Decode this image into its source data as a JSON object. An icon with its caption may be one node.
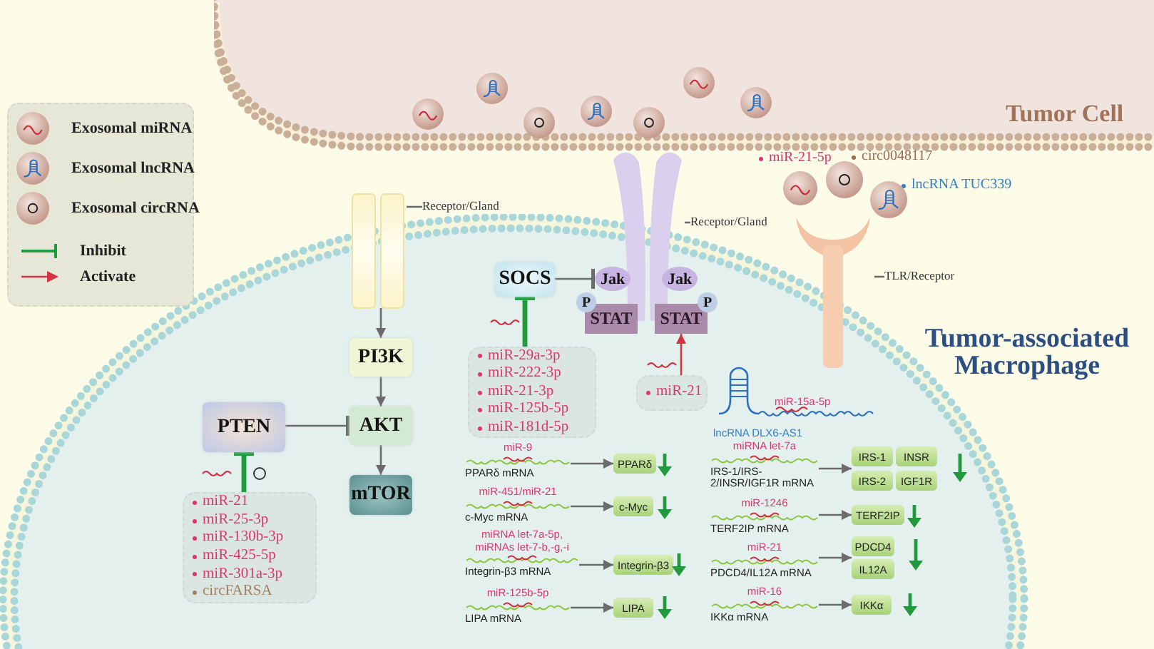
{
  "diagram": {
    "nodes": [
      {
        "text": [
          "Tumor Cell"
        ]
      },
      {
        "text": [
          "Tumor-associated Macrophage"
        ]
      },
      {
        "text": [],
        "shape": "picture"
      },
      {
        "text": [
          "Receptor/Gland"
        ]
      },
      {
        "text": [],
        "shape": "picture"
      },
      {
        "text": [
          "Receptor/Gland"
        ]
      },
      {
        "text": [],
        "shape": "picture"
      },
      {
        "text": [
          "TLR/Receptor"
        ]
      },
      {
        "text": [
          "PI3K"
        ],
        "in": 1
      },
      {
        "text": [
          "AKT"
        ],
        "in": 1
      },
      {
        "text": [
          "mTOR"
        ],
        "in": 1
      },
      {
        "text": [
          "PTEN"
        ],
        "in": 1
      },
      {
        "text": [
          "miR-21",
          "miR-25-3p",
          "miR-130b-3p",
          "miR-425-5p",
          "miR-301a-3p",
          "circFARSA"
        ],
        "in": 1
      },
      {
        "text": [
          "SOCS"
        ],
        "in": 1
      },
      {
        "text": [
          "Jak"
        ],
        "in": 1
      },
      {
        "text": [
          "Jak"
        ],
        "in": 1
      },
      {
        "text": [
          "P"
        ],
        "in": 1
      },
      {
        "text": [
          "STAT"
        ],
        "in": 1
      },
      {
        "text": [
          "P"
        ],
        "in": 1
      },
      {
        "text": [
          "STAT"
        ],
        "in": 1
      },
      {
        "text": [
          "miR-29a-3p",
          "miR-222-3p",
          "miR-21-3p",
          "miR-125b-5p",
          "miR-181d-5p"
        ],
        "in": 1
      },
      {
        "text": [
          "miR-21"
        ],
        "in": 1
      },
      {
        "text": [
          "miR-9",
          "PPARδ mRNA"
        ],
        "in": 1
      },
      {
        "text": [
          "PPARδ"
        ],
        "in": 1
      },
      {
        "text": [
          "miR-451/miR-21",
          "c-Myc mRNA"
        ],
        "in": 1
      },
      {
        "text": [
          "c-Myc"
        ],
        "in": 1
      },
      {
        "text": [
          "miRNA let-7a-5p, miRNAs let-7-b,-g,-i",
          "Integrin-β3 mRNA"
        ],
        "in": 1
      },
      {
        "text": [
          "Integrin-β3"
        ],
        "in": 1
      },
      {
        "text": [
          "miR-125b-5p",
          "LIPA mRNA"
        ],
        "in": 1
      },
      {
        "text": [
          "LIPA"
        ],
        "in": 1
      },
      {
        "text": [
          "miRNA let-7a",
          "IRS-1/IRS-2/INSR/IGF1R mRNA"
        ],
        "in": 1
      },
      {
        "text": [
          "IRS-1"
        ],
        "in": 1
      },
      {
        "text": [
          "INSR"
        ],
        "in": 1
      },
      {
        "text": [
          "IRS-2"
        ],
        "in": 1
      },
      {
        "text": [
          "IGF1R"
        ],
        "in": 1
      },
      {
        "text": [
          "miR-1246",
          "TERF2IP mRNA"
        ],
        "in": 1
      },
      {
        "text": [
          "TERF2IP"
        ],
        "in": 1
      },
      {
        "text": [
          "miR-21",
          "PDCD4/IL12A mRNA"
        ],
        "in": 1
      },
      {
        "text": [
          "PDCD4"
        ],
        "in": 1
      },
      {
        "text": [
          "IL12A"
        ],
        "in": 1
      },
      {
        "text": [
          "miR-16",
          "IKKα mRNA"
        ],
        "in": 1
      },
      {
        "text": [
          "IKKα"
        ],
        "in": 1
      }
    ],
    "edges": [
      {
        "from": 3,
        "to": 2,
        "arrow": "none"
      },
      {
        "from": 5,
        "to": 4,
        "arrow": "none"
      },
      {
        "from": 7,
        "to": 6,
        "arrow": "none"
      },
      {
        "from": 2,
        "to": 8,
        "arrow": "to"
      },
      {
        "from": 8,
        "to": 9,
        "arrow": "to"
      },
      {
        "from": 9,
        "to": 10,
        "arrow": "to"
      },
      {
        "from": 11,
        "to": 9,
        "arrow": "other"
      },
      {
        "from": 12,
        "to": 11,
        "arrow": "other",
        "style": "thick",
        "color": "#1f9a3d"
      },
      {
        "from": 13,
        "to": 14,
        "arrow": "other"
      },
      {
        "from": 20,
        "to": 13,
        "arrow": "other",
        "style": "thick",
        "color": "#1f9a3d"
      },
      {
        "from": 21,
        "to": 19,
        "arrow": "to",
        "color": "#d33545"
      },
      {
        "from": 22,
        "to": 23,
        "arrow": "to"
      },
      {
        "from": 24,
        "to": 25,
        "arrow": "to"
      },
      {
        "from": 26,
        "to": 27,
        "arrow": "to"
      },
      {
        "from": 28,
        "to": 29,
        "arrow": "to"
      },
      {
        "from": 30,
        "to": 31,
        "arrow": "to"
      },
      {
        "from": 30,
        "to": 33,
        "arrow": "to"
      },
      {
        "from": 35,
        "to": 36,
        "arrow": "to"
      },
      {
        "from": 37,
        "to": 38,
        "arrow": "to"
      },
      {
        "from": 37,
        "to": 39,
        "arrow": "to"
      },
      {
        "from": 40,
        "to": 41,
        "arrow": "to"
      }
    ],
    "labels": [
      "miR-21-5p",
      "circ0048117",
      "lncRNA TUC339",
      "miR-15a-5p",
      "lncRNA DLX6-AS1"
    ],
    "legend": [
      {
        "text": "Exosomal miRNA"
      },
      {
        "text": "Exosomal lncRNA"
      },
      {
        "text": "Exosomal circRNA"
      },
      {
        "text": "Inhibit"
      },
      {
        "text": "Activate"
      }
    ]
  }
}
